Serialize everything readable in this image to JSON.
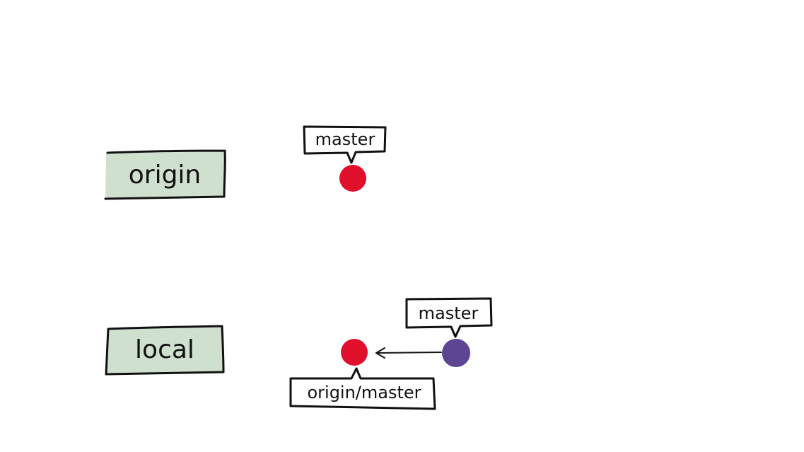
{
  "repos": {
    "origin": {
      "label": "origin"
    },
    "local": {
      "label": "local"
    }
  },
  "labels": {
    "origin_master": "master",
    "local_master": "master",
    "origin_master_remote": "origin/master"
  },
  "colors": {
    "repo_box_fill": "#cfe0cf",
    "tag_fill": "#f9e3c6",
    "commit_red": "#e0102d",
    "commit_purple": "#5d4594",
    "outline": "#111111"
  }
}
